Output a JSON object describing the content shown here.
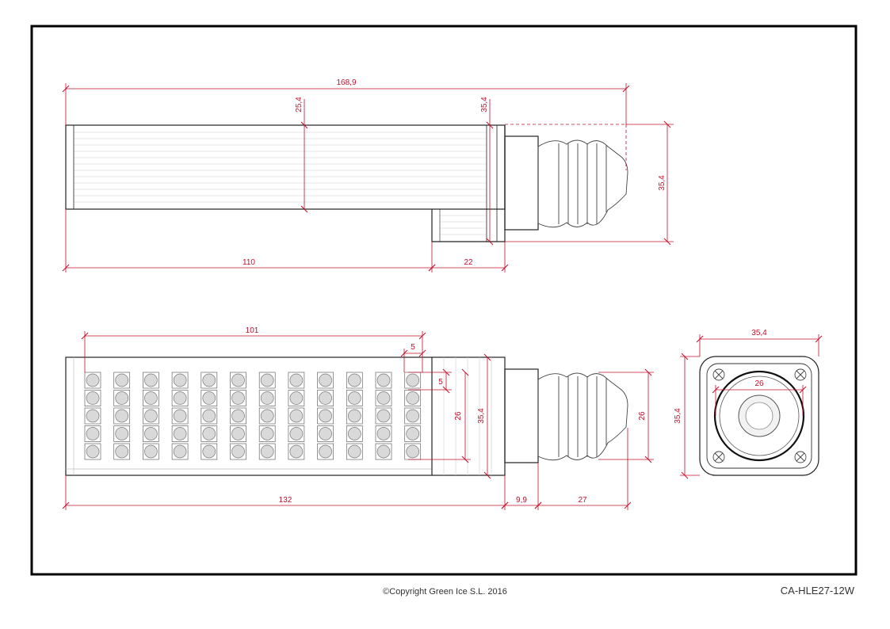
{
  "drawing": {
    "footer": {
      "copyright": "©Copyright Green Ice S.L. 2016",
      "model": "CA-HLE27-12W"
    },
    "colors": {
      "frame": "#000000",
      "outline": "#222222",
      "dimension": "#c0102a",
      "led_fill": "#d9d9d9",
      "fin": "#cccccc"
    },
    "side_view": {
      "dims": {
        "overall_length": "168,9",
        "heatsink_height": "25,4",
        "body_height_top": "35,4",
        "body_height_right": "35,4",
        "heatsink_length": "110",
        "step_length": "22"
      }
    },
    "front_view": {
      "led_grid": {
        "columns": 12,
        "rows": 5
      },
      "dims": {
        "led_span": "101",
        "led_pitch_h": "5",
        "led_pitch_v": "5",
        "led_block_height": "26",
        "body_height": "35,4",
        "base_height": "26",
        "body_length": "132",
        "collar_length": "9,9",
        "screw_length": "27"
      }
    },
    "end_view": {
      "dims": {
        "width": "35,4",
        "height": "35,4",
        "ring_diameter": "26"
      }
    }
  }
}
